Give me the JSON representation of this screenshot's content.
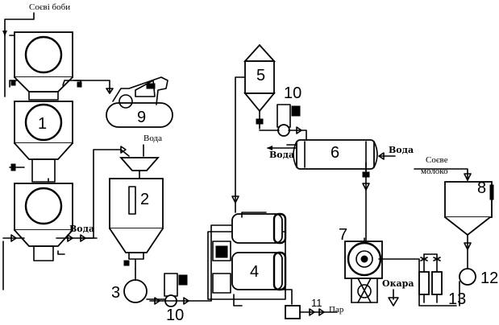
{
  "labels": {
    "soy_beans": "Соєві   боби",
    "water_1": "Вода",
    "water_2": "Вода",
    "water_3": "Вода",
    "water_4": "Вода",
    "soy_milk_line1": "Соєве",
    "soy_milk_line2": "молоко",
    "okara": "Окара",
    "steam": "Пар"
  },
  "numbers": {
    "n1": "1",
    "n2": "2",
    "n3": "3",
    "n4": "4",
    "n5": "5",
    "n6": "6",
    "n7": "7",
    "n8": "8",
    "n9": "9",
    "n10a": "10",
    "n10b": "10",
    "n11": "11",
    "n12": "12",
    "n13": "13"
  }
}
